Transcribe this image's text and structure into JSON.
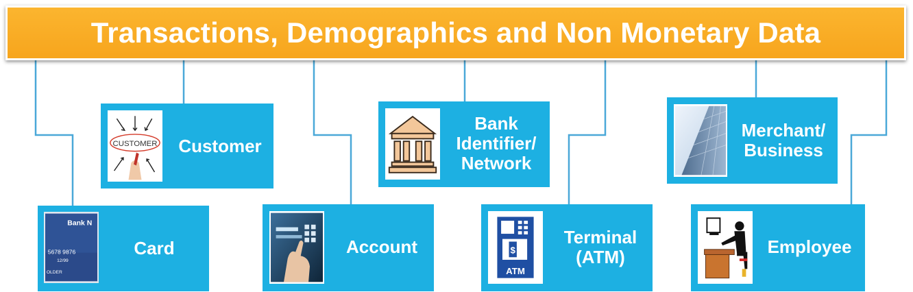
{
  "title": "Transactions, Demographics and Non Monetary Data",
  "entities": {
    "customer": {
      "lines": [
        "Customer"
      ],
      "icon": "customer-whiteboard-icon"
    },
    "bank": {
      "lines": [
        "Bank",
        "Identifier/",
        "Network"
      ],
      "icon": "bank-building-icon"
    },
    "merchant": {
      "lines": [
        "Merchant/",
        "Business"
      ],
      "icon": "skyscraper-icon"
    },
    "card": {
      "lines": [
        "Card"
      ],
      "icon": "credit-card-icon",
      "card_text": {
        "brand": "Bank N",
        "number": "5678 9876",
        "expiry": "12/99",
        "holder": "OLDER"
      }
    },
    "account": {
      "lines": [
        "Account"
      ],
      "icon": "internet-banking-icon"
    },
    "terminal": {
      "lines": [
        "Terminal",
        "(ATM)"
      ],
      "icon": "atm-icon",
      "atm_text": "ATM"
    },
    "employee": {
      "lines": [
        "Employee"
      ],
      "icon": "office-worker-icon"
    }
  },
  "colors": {
    "banner": "#f7a51d",
    "node": "#1db0e2",
    "connector": "#4aa8d8"
  }
}
